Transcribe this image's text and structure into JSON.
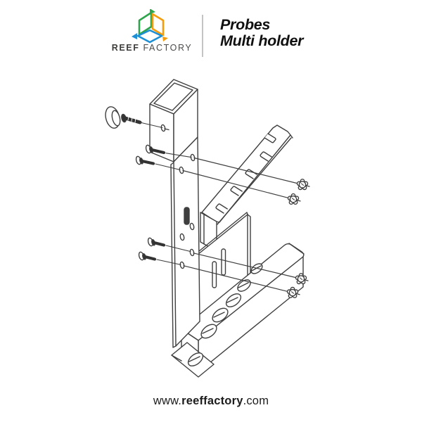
{
  "header": {
    "brand_word1": "REEF",
    "brand_word2": "FACTORY",
    "title_line1": "Probes",
    "title_line2": "Multi holder"
  },
  "logo": {
    "green": "#2FA44C",
    "orange": "#F59C0B",
    "blue": "#1E8FD5"
  },
  "diagram": {
    "style": "exploded-assembly-line-drawing",
    "line_color": "#3f3f3f",
    "parts": [
      "glass-clamp-post",
      "probe-comb-rail",
      "u-channel-bracket",
      "suction-cup",
      "clamp-screw",
      "flat-head-screw-upper-1",
      "flat-head-screw-upper-2",
      "flat-head-screw-lower-1",
      "flat-head-screw-lower-2",
      "thumb-nut-upper-1",
      "thumb-nut-upper-2",
      "thumb-nut-lower-1",
      "thumb-nut-lower-2"
    ]
  },
  "footer": {
    "url_prefix": "www.",
    "url_bold": "reeffactory",
    "url_suffix": ".com"
  }
}
